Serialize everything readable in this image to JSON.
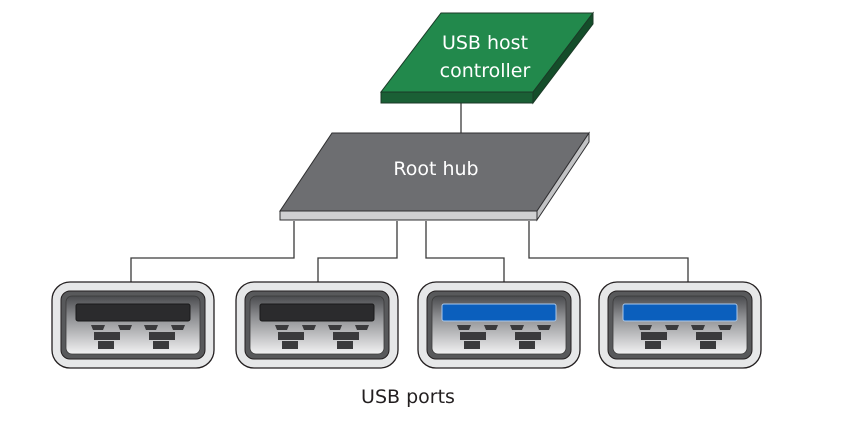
{
  "diagram": {
    "host_controller": {
      "label_line1": "USB host",
      "label_line2": "controller",
      "color": "#1f7a45"
    },
    "root_hub": {
      "label": "Root hub",
      "color": "#6d6e71"
    },
    "ports_caption": "USB ports",
    "ports": [
      {
        "type": "usb2",
        "tongue_color": "#2b2b2d"
      },
      {
        "type": "usb2",
        "tongue_color": "#2b2b2d"
      },
      {
        "type": "usb3",
        "tongue_color": "#0b5fbd"
      },
      {
        "type": "usb3",
        "tongue_color": "#0b5fbd"
      }
    ]
  }
}
